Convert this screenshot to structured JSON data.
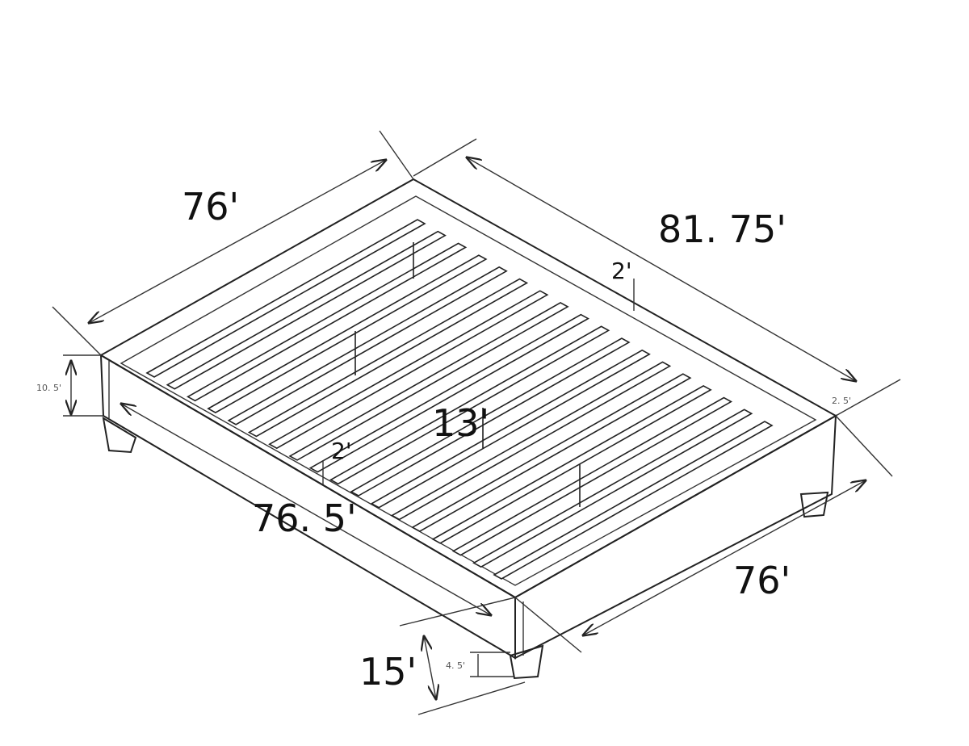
{
  "diagram": {
    "labels": {
      "top_left_width": "76'",
      "length": "81. 75'",
      "front_width": "76'",
      "side_length": "76. 5'",
      "center_height": "13'",
      "slat_gap_back": "2'",
      "slat_gap_front": "2'",
      "side_rail_height": "10. 5'",
      "rail_thickness": "2. 5'",
      "leg_height": "4. 5'",
      "total_height": "15'"
    },
    "line_color": "#222222"
  }
}
